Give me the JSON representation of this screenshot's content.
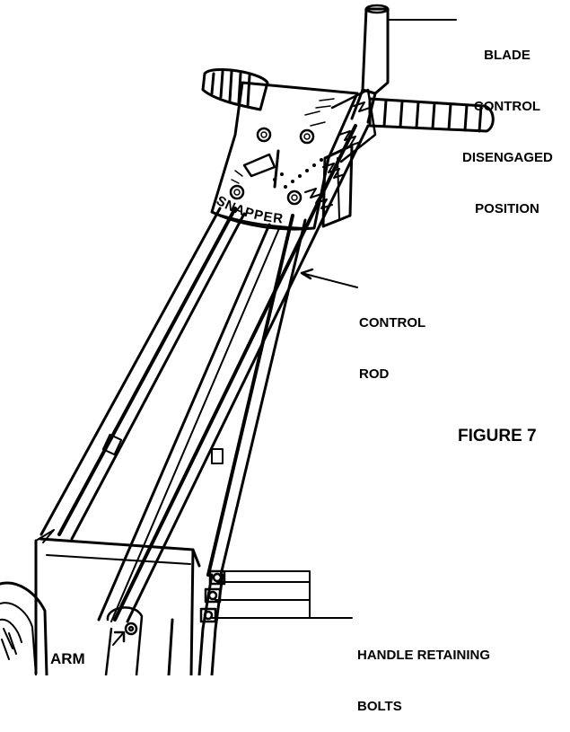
{
  "brand": "SNAPPER",
  "callouts": {
    "blade_control": [
      "BLADE",
      "CONTROL",
      "DISENGAGED",
      "POSITION"
    ],
    "control_rod": [
      "CONTROL",
      "ROD"
    ],
    "handle_bolts": [
      "HANDLE RETAINING",
      "BOLTS"
    ],
    "arm": "ARM"
  },
  "figure_label": "FIGURE 7",
  "colors": {
    "ink": "#000000",
    "paper": "#ffffff"
  }
}
